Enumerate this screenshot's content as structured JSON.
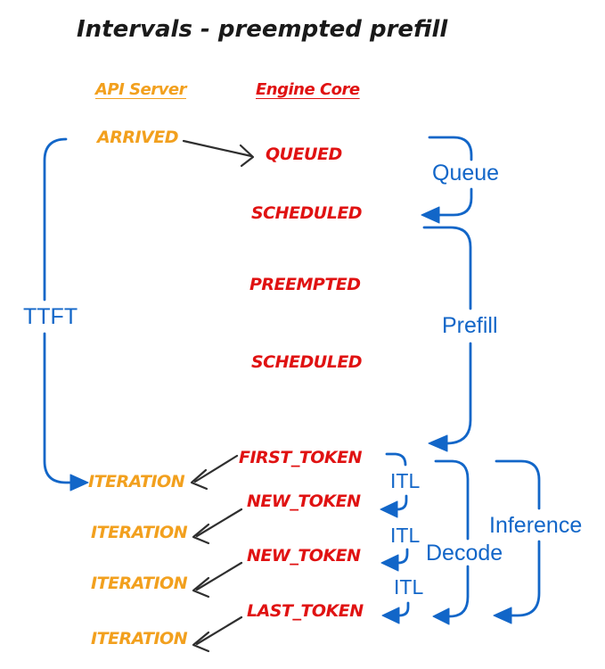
{
  "title": "Intervals - preempted prefill",
  "colors": {
    "api": "#F2A01E",
    "engine": "#E01212",
    "interval": "#1266C8",
    "arrow": "#2F2F2F",
    "background": "#FFFFFF"
  },
  "headers": {
    "api_server": "API Server",
    "engine_core": "Engine Core"
  },
  "api_events": {
    "arrived": "ARRIVED",
    "iteration1": "ITERATION",
    "iteration2": "ITERATION",
    "iteration3": "ITERATION",
    "iteration4": "ITERATION"
  },
  "engine_events": {
    "queued": "QUEUED",
    "scheduled1": "SCHEDULED",
    "preempted": "PREEMPTED",
    "scheduled2": "SCHEDULED",
    "first_token": "FIRST_TOKEN",
    "new_token1": "NEW_TOKEN",
    "new_token2": "NEW_TOKEN",
    "last_token": "LAST_TOKEN"
  },
  "intervals": {
    "ttft": "TTFT",
    "queue": "Queue",
    "prefill": "Prefill",
    "itl1": "ITL",
    "itl2": "ITL",
    "itl3": "ITL",
    "decode": "Decode",
    "inference": "Inference"
  }
}
